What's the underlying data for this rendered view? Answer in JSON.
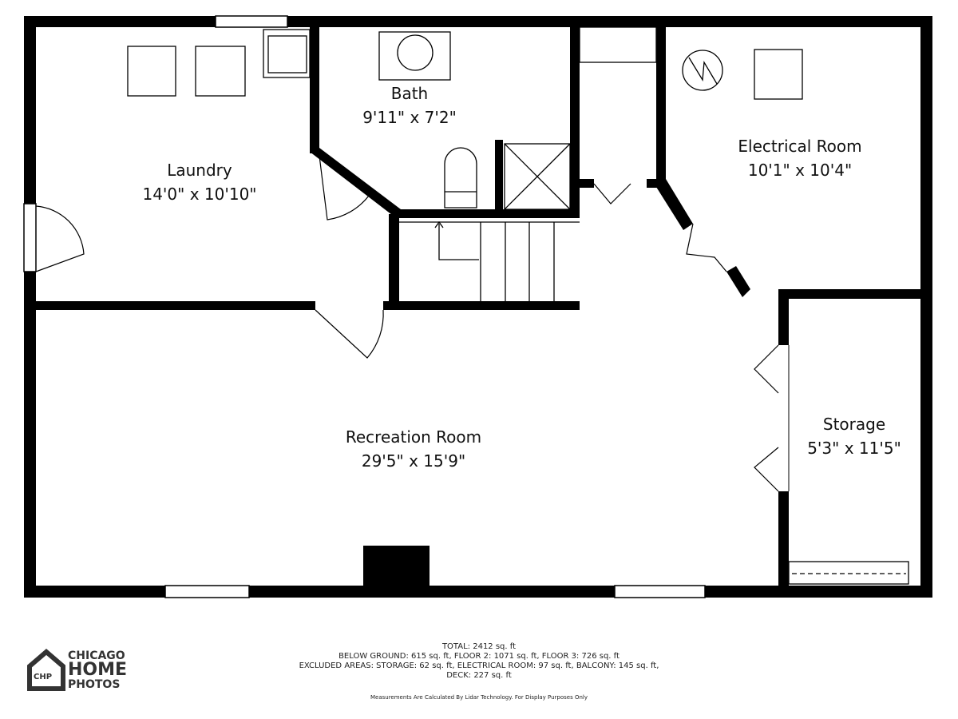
{
  "rooms": [
    {
      "name": "Laundry",
      "dims": "14'0\" x 10'10\""
    },
    {
      "name": "Bath",
      "dims": "9'11\" x 7'2\""
    },
    {
      "name": "Electrical Room",
      "dims": "10'1\" x 10'4\""
    },
    {
      "name": "Recreation Room",
      "dims": "29'5\" x 15'9\""
    },
    {
      "name": "Storage",
      "dims": "5'3\" x 11'5\""
    }
  ],
  "footer": {
    "total": "TOTAL: 2412 sq. ft",
    "floors": "BELOW GROUND: 615 sq. ft, FLOOR 2: 1071 sq. ft, FLOOR 3: 726 sq. ft",
    "excluded": "EXCLUDED AREAS: STORAGE: 62 sq. ft, ELECTRICAL ROOM: 97 sq. ft, BALCONY: 145 sq. ft,",
    "deck": "DECK: 227 sq. ft",
    "note": "Measurements Are Calculated By Lidar Technology. For Display Purposes Only"
  },
  "logo": {
    "badge": "CHP",
    "line1": "CHICAGO",
    "line2": "HOME",
    "line3": "PHOTOS"
  }
}
